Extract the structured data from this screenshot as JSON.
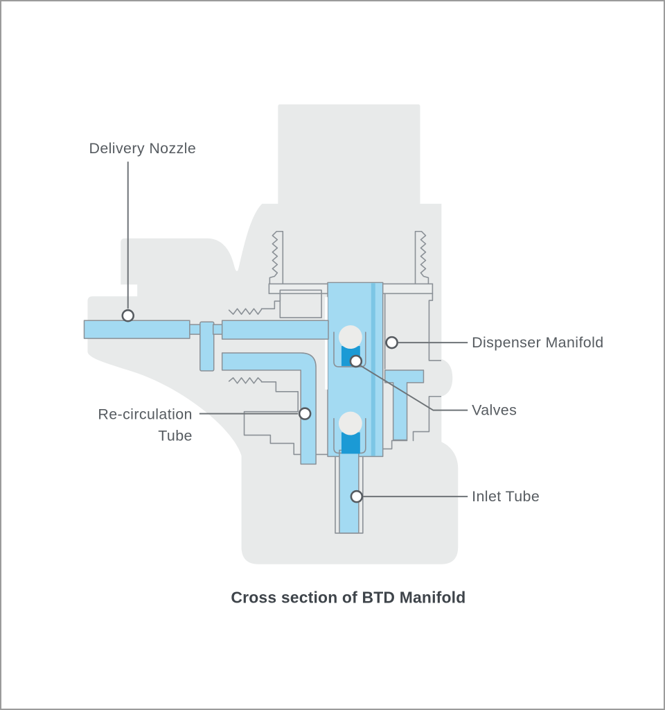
{
  "diagram": {
    "caption": "Cross section of BTD Manifold",
    "labels": {
      "delivery_nozzle": "Delivery Nozzle",
      "dispenser_manifold": "Dispenser Manifold",
      "valves": "Valves",
      "recirculation_line1": "Re-circulation",
      "recirculation_line2": "Tube",
      "inlet_tube": "Inlet Tube"
    },
    "colors": {
      "body_gray": "#e8eaea",
      "block_gray": "#eceeee",
      "outline_gray": "#8a9096",
      "fluid_light_blue": "#a3daf2",
      "fluid_mid_blue": "#7cc6e5",
      "fluid_dark_blue": "#1b9ad5",
      "valve_ball": "#ececea",
      "label_text": "#565b60",
      "caption_text": "#3e444a",
      "callout_line": "#6e7377",
      "frame_border": "#9b9b9b"
    }
  }
}
